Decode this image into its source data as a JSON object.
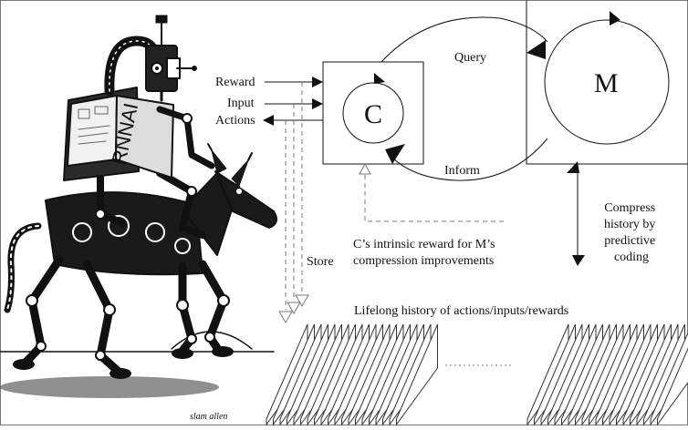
{
  "labels": {
    "reward": "Reward",
    "input": "Input",
    "actions": "Actions",
    "controller": "C",
    "model": "M",
    "query": "Query",
    "inform": "Inform",
    "store": "Store",
    "compress_line1": "Compress",
    "compress_line2": "history by",
    "compress_line3": "predictive",
    "compress_line4": "coding",
    "intrinsic_line1": "C’s intrinsic reward for M’s",
    "intrinsic_line2": "compression improvements",
    "history": "Lifelong history of actions/inputs/rewards"
  },
  "robot_sign": "RNNAI",
  "signature": "slam allen"
}
